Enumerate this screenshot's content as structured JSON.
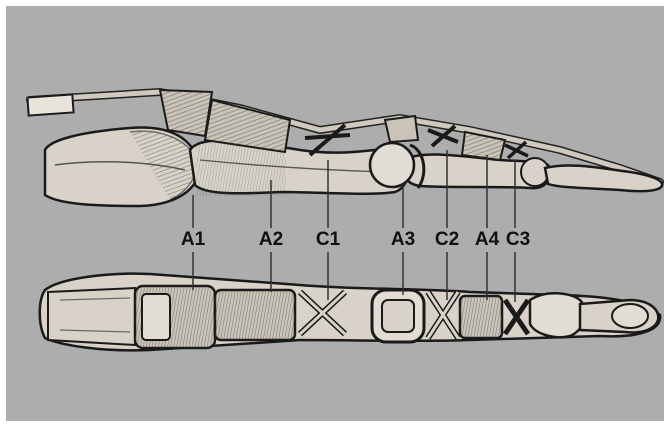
{
  "figure": {
    "background_color": "#adadad",
    "bone_color": "#d8d2c8",
    "pulley_color": "#c9c3b8",
    "ink_color": "#1a1a1a"
  },
  "pulleys": [
    {
      "id": "a1",
      "label": "A1"
    },
    {
      "id": "a2",
      "label": "A2"
    },
    {
      "id": "c1",
      "label": "C1"
    },
    {
      "id": "a3",
      "label": "A3"
    },
    {
      "id": "c2",
      "label": "C2"
    },
    {
      "id": "a4",
      "label": "A4"
    },
    {
      "id": "c3",
      "label": "C3"
    }
  ]
}
